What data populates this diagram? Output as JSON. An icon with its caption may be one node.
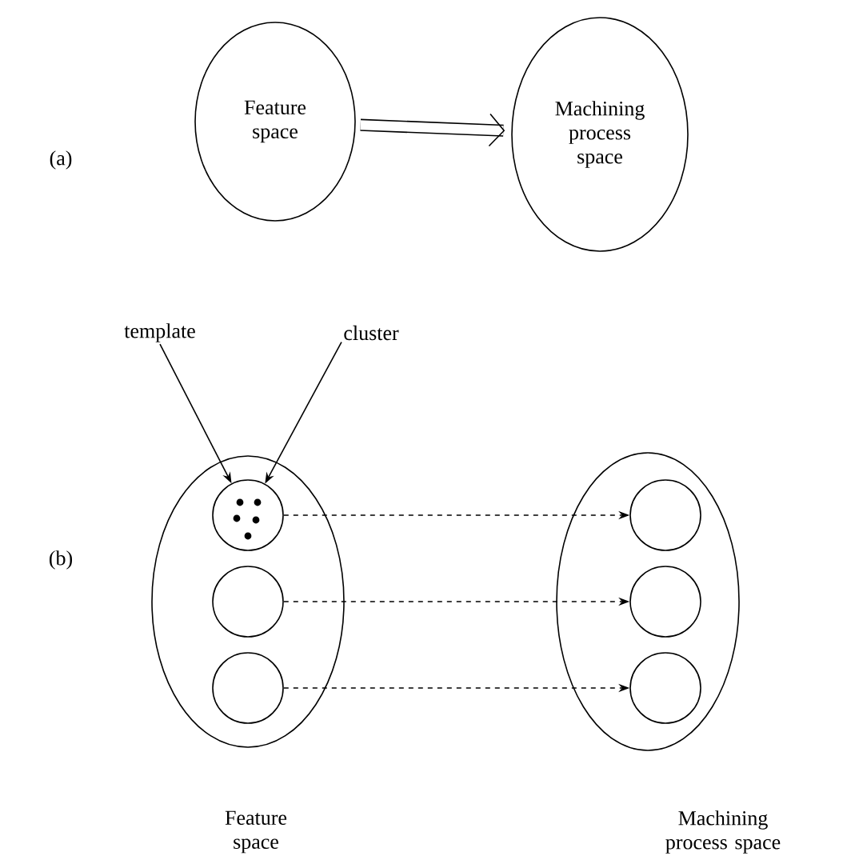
{
  "diagram": {
    "nodes": [
      {
        "text": [
          "Feature space"
        ]
      },
      {
        "text": [
          "Machining process space"
        ]
      },
      {
        "text": [
          "Feature space"
        ]
      },
      {
        "text": [],
        "shape": "circle",
        "in": 2
      },
      {
        "text": [],
        "shape": "circle",
        "in": 2
      },
      {
        "text": [],
        "shape": "circle",
        "in": 2
      },
      {
        "text": [
          "Machining process space"
        ]
      },
      {
        "text": [],
        "shape": "circle",
        "in": 6
      },
      {
        "text": [],
        "shape": "circle",
        "in": 6
      },
      {
        "text": [],
        "shape": "circle",
        "in": 6
      },
      {
        "text": [
          "template"
        ]
      },
      {
        "text": [
          "cluster"
        ]
      }
    ],
    "edges": [
      {
        "from": 0,
        "to": 1,
        "arrow": "to",
        "style": "thick"
      },
      {
        "from": 3,
        "to": 7,
        "arrow": "to",
        "style": "dashed"
      },
      {
        "from": 4,
        "to": 8,
        "arrow": "to",
        "style": "dashed"
      },
      {
        "from": 5,
        "to": 9,
        "arrow": "to",
        "style": "dashed"
      },
      {
        "from": 10,
        "to": 3,
        "arrow": "to"
      },
      {
        "from": 11,
        "to": 3,
        "arrow": "to"
      }
    ],
    "labels": [
      "(a)",
      "(b)"
    ]
  }
}
